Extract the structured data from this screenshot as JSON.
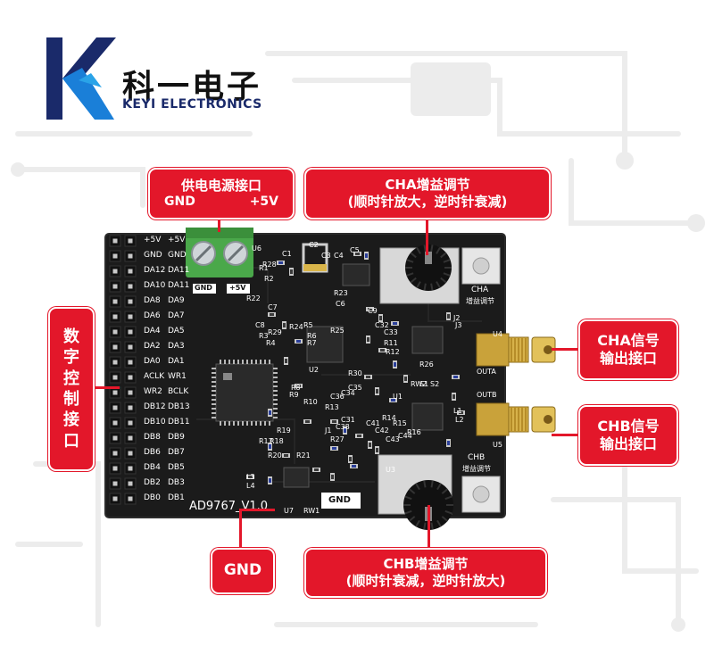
{
  "brand": {
    "name_cn": "科一电子",
    "name_en": "KEYI ELECTRONICS"
  },
  "callouts": {
    "power": {
      "title": "供电电源接口",
      "left_label": "GND",
      "right_label": "+5V"
    },
    "cha_gain": {
      "line1": "CHA增益调节",
      "line2": "(顺时针放大，逆时针衰减)"
    },
    "digital": {
      "text": "数字控制接口"
    },
    "cha_out": {
      "line1": "CHA信号",
      "line2": "输出接口"
    },
    "chb_out": {
      "line1": "CHB信号",
      "line2": "输出接口"
    },
    "gnd": {
      "text": "GND"
    },
    "chb_gain": {
      "line1": "CHB增益调节",
      "line2": "(顺时针衰减，逆时针放大)"
    }
  },
  "pcb": {
    "board_name": "AD9767_V1.0",
    "header_left_labels": [
      "+5V",
      "GND",
      "DA12",
      "DA10",
      "DA8",
      "DA6",
      "DA4",
      "DA2",
      "DA0",
      "ACLK",
      "WR2",
      "DB12",
      "DB10",
      "DB8",
      "DB6",
      "DB4",
      "DB2",
      "DB0"
    ],
    "header_right_labels": [
      "+5V",
      "GND",
      "DA11",
      "DA11",
      "DA9",
      "DA7",
      "DA5",
      "DA3",
      "DA1",
      "WR1",
      "BCLK",
      "DB13",
      "DB11",
      "DB9",
      "DB7",
      "DB5",
      "DB3",
      "DB1"
    ],
    "terminal_gnd": "GND",
    "terminal_5v": "+5V",
    "cha_label": "CHA",
    "cha_sub": "增益调节",
    "chb_label": "CHB",
    "chb_sub": "增益调节",
    "outa": "OUTA",
    "outb": "OUTB",
    "gnd_pad": "GND",
    "designators": [
      "C1",
      "C2",
      "C3",
      "C4",
      "C5",
      "C6",
      "C7",
      "C8",
      "C9",
      "R1",
      "R2",
      "R3",
      "R4",
      "R5",
      "R6",
      "R7",
      "R8",
      "R9",
      "R10",
      "R11",
      "R12",
      "R13",
      "R14",
      "R15",
      "R16",
      "R17",
      "R18",
      "R19",
      "R20",
      "R21",
      "R22",
      "R23",
      "R24",
      "R25",
      "R26",
      "R27",
      "R28",
      "R29",
      "R30",
      "U1",
      "U2",
      "U3",
      "U4",
      "U5",
      "U6",
      "U7",
      "RW1",
      "RW2",
      "S1",
      "S2",
      "J1",
      "J2",
      "J3",
      "L1",
      "L2",
      "L3",
      "L4",
      "C31",
      "C32",
      "C33",
      "C34",
      "C35",
      "C36",
      "C38",
      "C41",
      "C42",
      "C43",
      "C44"
    ]
  },
  "colors": {
    "accent_red": "#e3172a",
    "pcb_black": "#1b1b1b",
    "brand_blue": "#1a2a6a",
    "terminal_green": "#4aa84a",
    "sma_gold": "#c9a23a"
  },
  "icons": {
    "logo": "k-logo-icon"
  }
}
